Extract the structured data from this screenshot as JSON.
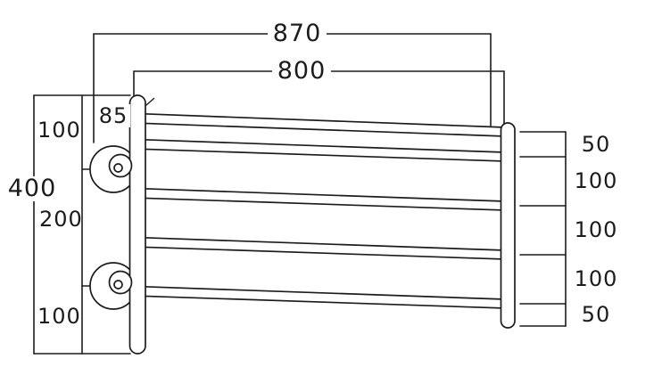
{
  "colors": {
    "line": "#1c1c1c",
    "background": "#ffffff"
  },
  "dimensions": {
    "overall_width_top": "870",
    "rail_width": "800",
    "bracket_offset": "85",
    "overall_height": "400",
    "left_top_spacing": "100",
    "left_middle_spacing": "200",
    "left_bottom_spacing": "100",
    "right": [
      "50",
      "100",
      "100",
      "100",
      "50"
    ]
  }
}
